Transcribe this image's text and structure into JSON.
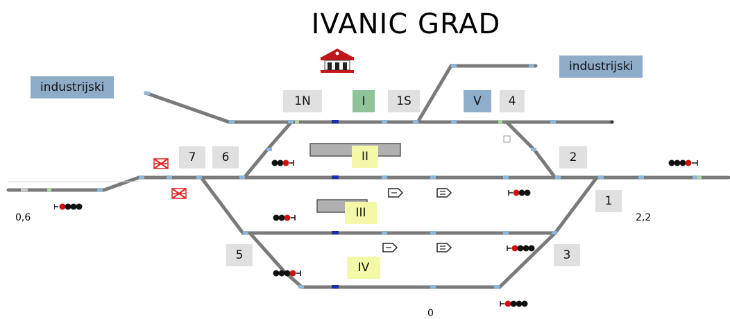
{
  "station": {
    "name": "IVANIC GRAD"
  },
  "sidings": {
    "left": "industrijski",
    "right": "industrijski"
  },
  "tracks": {
    "t1N": "1N",
    "tI": "I",
    "t1S": "1S",
    "tV": "V",
    "tII": "II",
    "tIII": "III",
    "tIV": "IV"
  },
  "switches": {
    "s1": "1",
    "s2": "2",
    "s3": "3",
    "s4": "4",
    "s5": "5",
    "s6": "6",
    "s7": "7"
  },
  "kilometers": {
    "left": "0,6",
    "right": "2,2",
    "bottom": "0"
  },
  "colors": {
    "track": "#7a7a7a",
    "insulator": "#8eb6d8",
    "occupied": "#1a2ea8",
    "signal_red": "#d01010",
    "signal_black": "#111111",
    "crossing": "#e02020",
    "station_roof": "#c01818"
  }
}
